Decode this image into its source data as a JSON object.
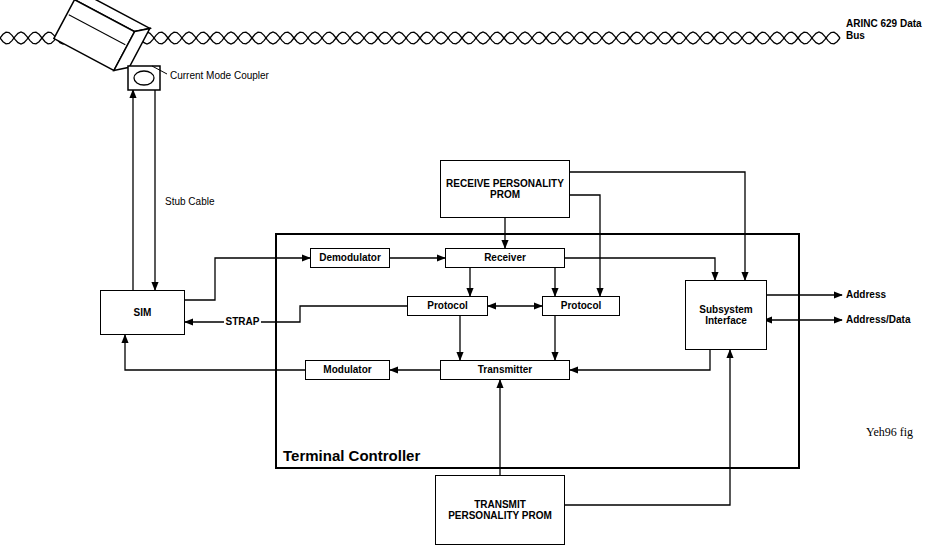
{
  "diagram": {
    "nodes": [
      {
        "text": [
          "Current Mode Coupler"
        ]
      },
      {
        "text": [
          "RECEIVE PERSONALITY PROM"
        ]
      },
      {
        "text": [
          "Terminal Controller"
        ]
      },
      {
        "text": [
          "SIM"
        ]
      },
      {
        "text": [
          "Demodulator"
        ],
        "in": 2
      },
      {
        "text": [
          "Receiver"
        ],
        "in": 2
      },
      {
        "text": [
          "Protocol"
        ],
        "in": 2
      },
      {
        "text": [
          "Protocol"
        ],
        "in": 2
      },
      {
        "text": [
          "Subsystem Interface"
        ],
        "in": 2
      },
      {
        "text": [
          "Modulator"
        ],
        "in": 2
      },
      {
        "text": [
          "Transmitter"
        ],
        "in": 2
      },
      {
        "text": [
          "TRANSMIT PERSONALITY PROM"
        ]
      }
    ],
    "edges": [
      {
        "from": 3,
        "to": 0,
        "arrow": "to"
      },
      {
        "from": 0,
        "to": 3,
        "arrow": "to"
      },
      {
        "from": 3,
        "to": 4,
        "arrow": "to"
      },
      {
        "from": 4,
        "to": 5,
        "arrow": "to"
      },
      {
        "from": 1,
        "to": 5,
        "arrow": "to"
      },
      {
        "from": 1,
        "to": 7,
        "arrow": "to"
      },
      {
        "from": 1,
        "to": 8,
        "arrow": "to"
      },
      {
        "from": 5,
        "to": 6,
        "arrow": "to"
      },
      {
        "from": 5,
        "to": 7,
        "arrow": "to"
      },
      {
        "from": 5,
        "to": 8,
        "arrow": "to"
      },
      {
        "from": 6,
        "to": 7,
        "arrow": "both"
      },
      {
        "from": 6,
        "to": 10,
        "arrow": "to"
      },
      {
        "from": 7,
        "to": 10,
        "arrow": "to"
      },
      {
        "from": 8,
        "to": 10,
        "arrow": "to"
      },
      {
        "from": 10,
        "to": 9,
        "arrow": "to"
      },
      {
        "from": 9,
        "to": 3,
        "arrow": "to"
      },
      {
        "from": 11,
        "to": 10,
        "arrow": "to"
      },
      {
        "from": 11,
        "to": 8,
        "arrow": "to"
      },
      {
        "from": 6,
        "to": 3,
        "label": "STRAP",
        "arrow": "to"
      }
    ],
    "labels": [
      "ARINC 629 Data Bus",
      "Stub Cable",
      "Address",
      "Address/Data",
      "Yeh96 fig"
    ]
  }
}
